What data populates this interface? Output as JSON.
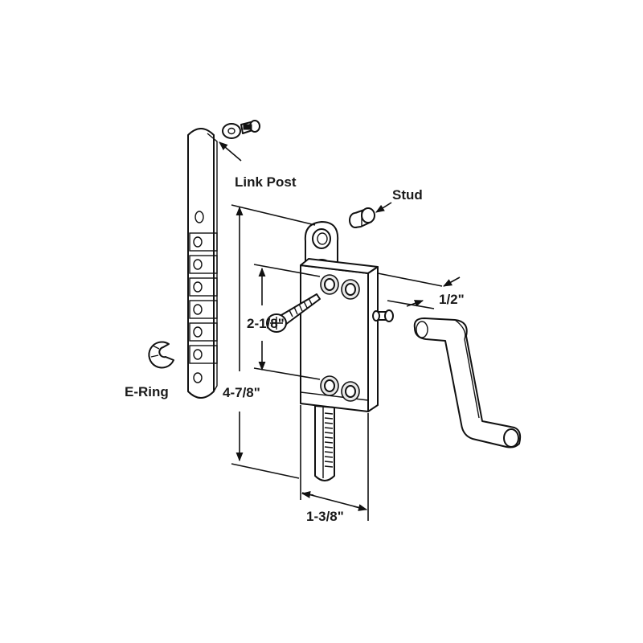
{
  "labels": {
    "link_post": "Link Post",
    "stud": "Stud",
    "e_ring": "E-Ring",
    "dim_height": "4-7/8\"",
    "dim_hole_spacing": "2-1/8\"",
    "dim_depth": "1/2\"",
    "dim_width": "1-3/8\""
  },
  "colors": {
    "line": "#111111",
    "background": "#ffffff",
    "shading": "#e8e8e8"
  }
}
